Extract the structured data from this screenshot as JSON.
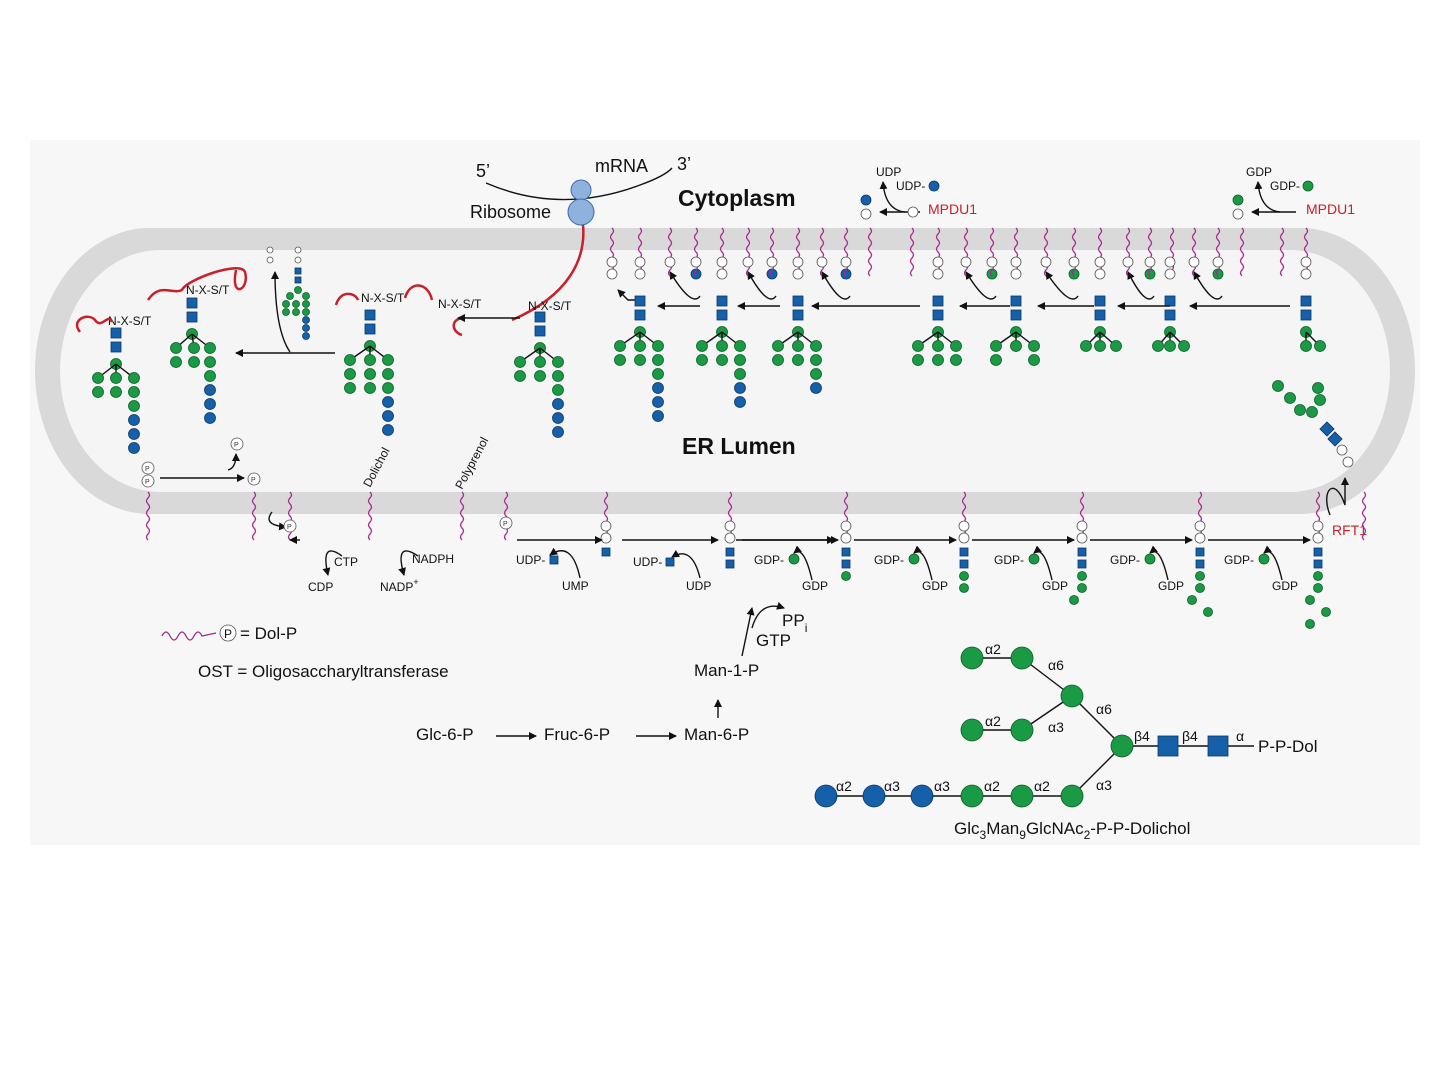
{
  "labels": {
    "five_prime": "5’",
    "three_prime": "3’",
    "mrna": "mRNA",
    "ribosome": "Ribosome",
    "cytoplasm": "Cytoplasm",
    "er_lumen": "ER Lumen",
    "dolichol": "Dolichol",
    "polyprenol": "Polyprenol",
    "nxst": "N-X-S/T",
    "mpdu1": "MPDU1",
    "rft1": "RFT1"
  },
  "cofactors": {
    "udp": "UDP",
    "udp_dash": "UDP-",
    "gdp": "GDP",
    "gdp_dash": "GDP-",
    "ctp": "CTP",
    "cdp": "CDP",
    "nadph": "NADPH",
    "nadp": "NADP",
    "nadp_sup": "+",
    "ump": "UMP",
    "pp": "PP",
    "pp_sub": "i",
    "gtp": "GTP",
    "p": "P"
  },
  "pathway": {
    "glc6p": "Glc-6-P",
    "fruc6p": "Fruc-6-P",
    "man6p": "Man-6-P",
    "man1p": "Man-1-P"
  },
  "legend": {
    "dolp": "= Dol-P",
    "ost": "OST = Oligosaccharyltransferase"
  },
  "structure": {
    "linkages": [
      "α2",
      "α6",
      "α2",
      "α3",
      "α6",
      "β4",
      "β4",
      "α",
      "α2",
      "α3",
      "α3",
      "α2",
      "α2",
      "α3"
    ],
    "anchor": "P-P-Dol",
    "caption_parts": [
      "Glc",
      "3",
      "Man",
      "9",
      "GlcNAc",
      "2",
      "-P-P-Dolichol"
    ]
  },
  "colors": {
    "mannose": "#1a9a45",
    "glucose": "#1560a8",
    "glcnac": "#1560a8",
    "dolichol": "#a52a8f",
    "protein_chain": "#c8202a",
    "enzyme_label": "#c8202a",
    "membrane": "#d9d9d9"
  }
}
